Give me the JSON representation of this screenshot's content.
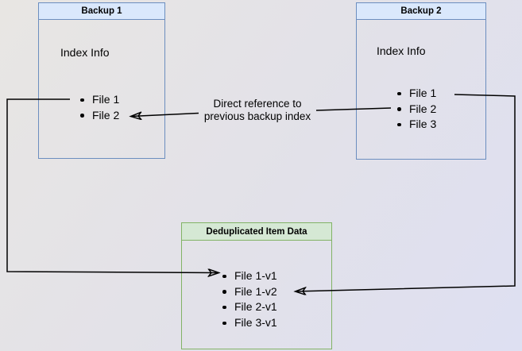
{
  "diagram": {
    "backup1": {
      "title": "Backup 1",
      "index_label": "Index Info",
      "files": [
        "File 1",
        "File 2"
      ]
    },
    "backup2": {
      "title": "Backup 2",
      "index_label": "Index Info",
      "files": [
        "File 1",
        "File 2",
        "File 3"
      ]
    },
    "dedup": {
      "title": "Deduplicated Item Data",
      "items": [
        "File 1-v1",
        "File 1-v2",
        "File 2-v1",
        "File 3-v1"
      ]
    },
    "annotation": {
      "line1": "Direct reference to",
      "line2": "previous backup index"
    },
    "colors": {
      "blue_header": "#dae8fc",
      "blue_border": "#6c8ebf",
      "green_header": "#d5e8d4",
      "green_border": "#82b366",
      "arrow": "#000000",
      "bg_top_left": "#e8e6e3",
      "bg_mid": "#e2e1e9",
      "bg_bottom_right": "#dee0f2",
      "text": "#000000"
    }
  }
}
